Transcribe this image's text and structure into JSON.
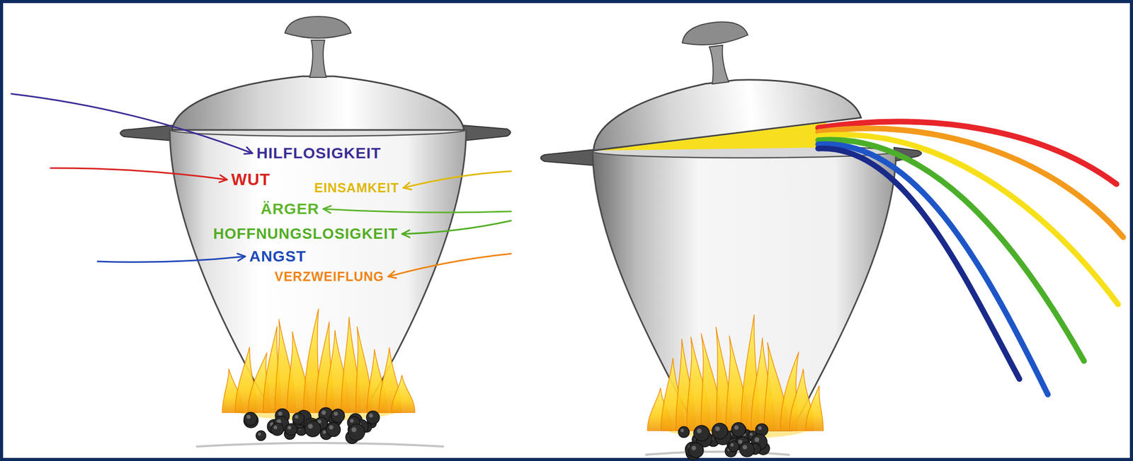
{
  "diagram": {
    "labels": [
      "HILFLOSIGKEIT",
      "WUT",
      "EINSAMKEIT",
      "ÄRGER",
      "HOFFNUNGSLOSIGKEIT",
      "ANGST",
      "VERZWEIFLUNG"
    ]
  }
}
